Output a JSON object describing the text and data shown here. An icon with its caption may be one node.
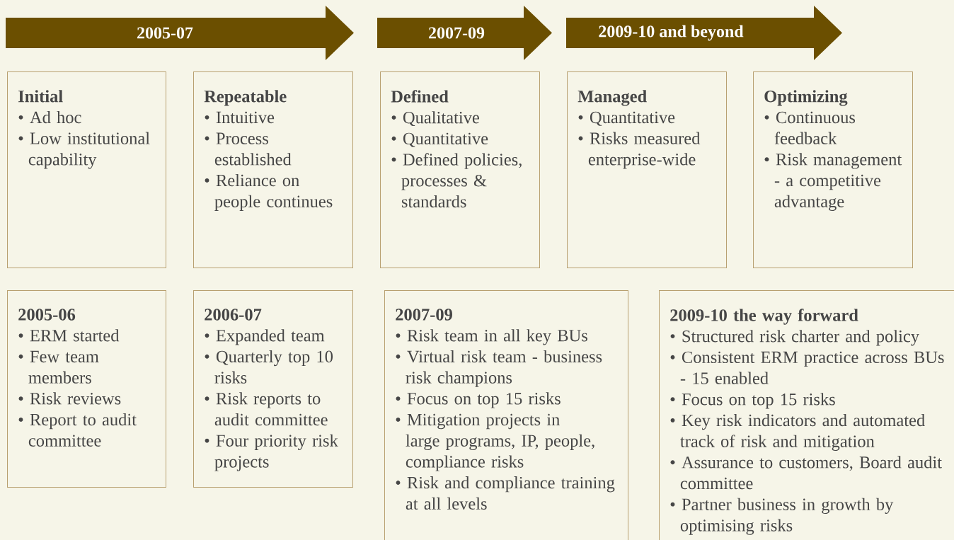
{
  "diagram": {
    "nodes": [
      {
        "text": [
          "2005-07"
        ]
      },
      {
        "text": [
          "2007-09"
        ]
      },
      {
        "text": [
          "2009-10 and beyond"
        ]
      },
      {
        "text": [
          "Initial",
          "• Ad hoc",
          "• Low institutional capability"
        ]
      },
      {
        "text": [
          "Repeatable",
          "• Intuitive",
          "• Process established",
          "• Reliance on people continues"
        ]
      },
      {
        "text": [
          "Defined",
          "• Qualitative",
          "• Quantitative",
          "• Defined policies, processes & standards"
        ]
      },
      {
        "text": [
          "Managed",
          "• Quantitative",
          "• Risks measured enterprise-wide"
        ]
      },
      {
        "text": [
          "Optimizing",
          "• Continuous feedback",
          "• Risk management - a competitive advantage"
        ]
      },
      {
        "text": [
          "2005-06",
          "• ERM started",
          "• Few team members",
          "• Risk reviews",
          "• Report to audit committee"
        ]
      },
      {
        "text": [
          "2006-07",
          "• Expanded team",
          "• Quarterly top 10 risks",
          "• Risk reports to audit committee",
          "• Four priority risk projects"
        ]
      },
      {
        "text": [
          "2007-09",
          "• Risk team in all key BUs",
          "• Virtual risk team - business risk champions",
          "• Focus on top 15 risks",
          "• Mitigation projects in large programs, IP, people, compliance risks",
          "• Risk and compliance training at all levels"
        ]
      },
      {
        "text": [
          "2009-10 the way forward",
          "• Structured risk charter and policy",
          "• Consistent ERM practice across BUs - 15 enabled",
          "• Focus on top 15 risks",
          "• Key risk indicators and automated track of risk and mitigation",
          "• Assurance to customers, Board audit committee",
          "• Partner business in growth by optimising risks"
        ]
      }
    ],
    "edges": []
  }
}
